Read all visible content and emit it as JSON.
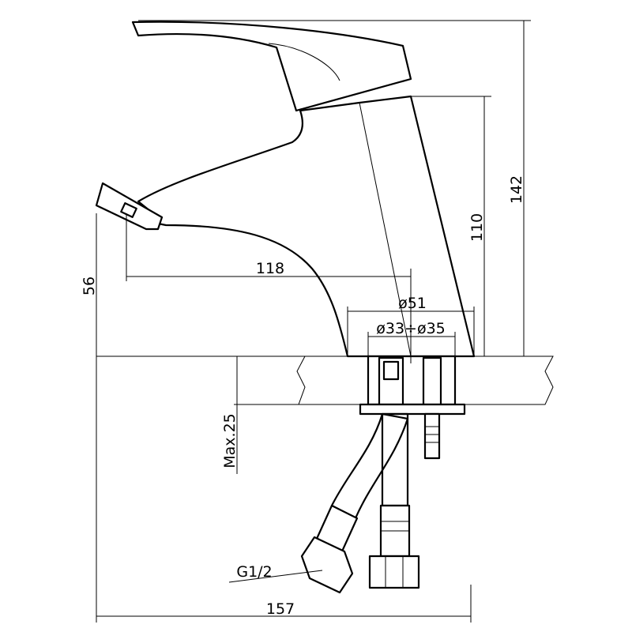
{
  "dimensions": {
    "height_total": "142",
    "spout_height": "110",
    "outlet_height": "56",
    "reach": "118",
    "base_diameter": "ø51",
    "hole_diameter": "ø33÷ø35",
    "max_thickness": "Max.25",
    "overall_length": "157",
    "thread": "G1/2"
  }
}
